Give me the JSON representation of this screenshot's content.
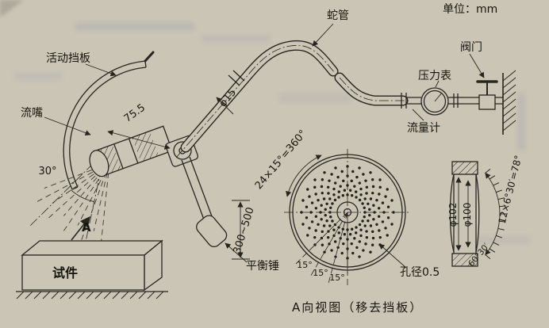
{
  "title": {
    "unit": "单位：mm",
    "caption": "A向视图（移去挡板）"
  },
  "labels": {
    "snake_tube": "蛇管",
    "valve": "阀门",
    "movable_baffle": "活动挡板",
    "pressure_gauge": "压力表",
    "flow_meter": "流量计",
    "nozzle": "流嘴",
    "specimen": "试件",
    "balance_weight": "平衡锤",
    "hole_note": "孔径0.5",
    "view_mark": "A"
  },
  "dims": {
    "len_755": "75.5",
    "phi_15": "φ15",
    "ang_30": "30°",
    "range": "300~500",
    "circ_pattern": "24×15°=360°",
    "ang_15_1": "15°",
    "ang_15_2": "15°",
    "ang_15_3": "15°",
    "phi_102": "φ102",
    "phi_100": "φ100",
    "side_pattern": "12×6°30′=78°",
    "ang_6030": "60°30′"
  },
  "colors": {
    "ink": "#26261f",
    "paper": "#cbc5b6",
    "bleed": "#3a57a0"
  }
}
